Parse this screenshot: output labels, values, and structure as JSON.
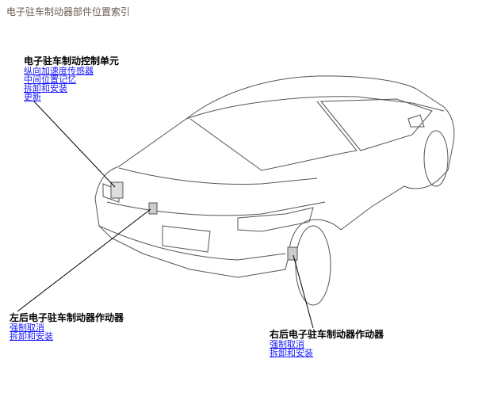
{
  "page_title": "电子驻车制动器部件位置索引",
  "groups": [
    {
      "heading": "电子驻车制动控制单元",
      "links": [
        "纵向加速度传感器",
        "中间位置记忆",
        "拆卸和安装",
        "更新"
      ]
    },
    {
      "heading": "左后电子驻车制动器作动器",
      "links": [
        "强制取消",
        "拆卸和安装"
      ]
    },
    {
      "heading": "右后电子驻车制动器作动器",
      "links": [
        "强制取消",
        "拆卸和安装"
      ]
    }
  ]
}
